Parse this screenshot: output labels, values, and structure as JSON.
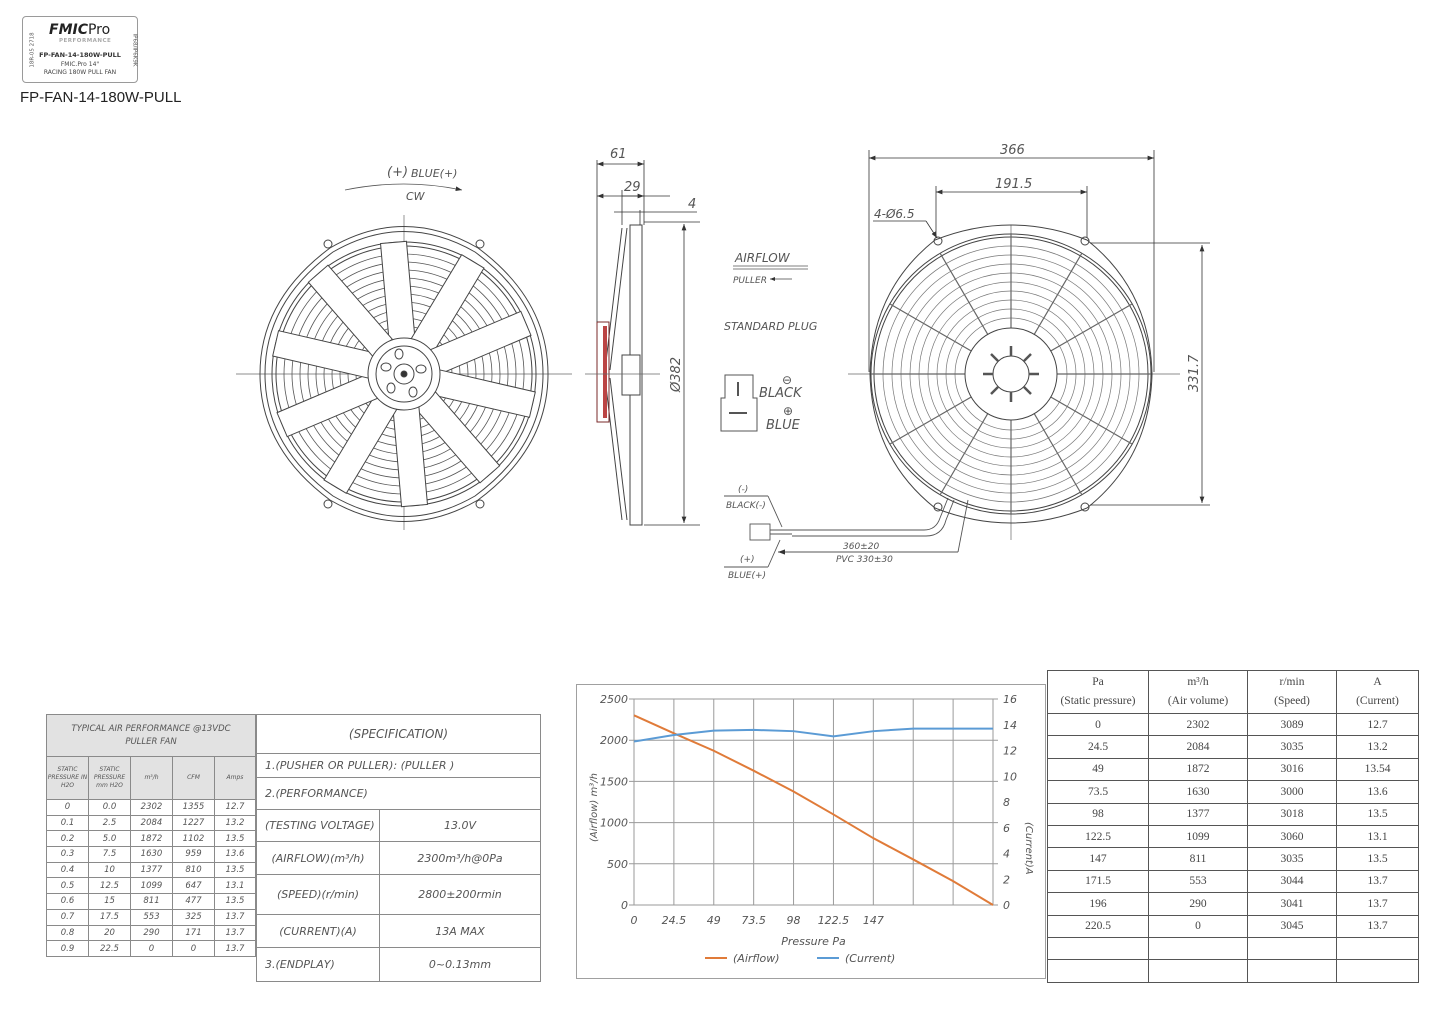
{
  "label": {
    "brand": "FMIC",
    "brand_suffix": "Pro",
    "tagline": "PERFORMANCE",
    "part_code": "FP-FAN-14-180W-PULL",
    "description_line1": "FMIC.Pro 14\"",
    "description_line2": "RACING 180W PULL FAN",
    "side_left": "18R-05 2718",
    "side_right": "IP68/IP6K9K"
  },
  "model_title": "FP-FAN-14-180W-PULL",
  "front_view": {
    "polarity": "(+)",
    "wire": "BLUE(+)",
    "rotation": "CW"
  },
  "side_view": {
    "dim_depth_total": "61",
    "dim_depth_shroud": "29",
    "dim_flange": "4",
    "dim_diameter": "Ø382"
  },
  "airflow_note": {
    "title": "AIRFLOW",
    "direction": "PULLER"
  },
  "plug": {
    "title": "STANDARD PLUG",
    "neg_symbol": "⊖",
    "neg_label": "BLACK",
    "pos_symbol": "⊕",
    "pos_label": "BLUE"
  },
  "wiring": {
    "neg_polarity": "(-)",
    "neg_wire": "BLACK(-)",
    "pos_polarity": "(+)",
    "pos_wire": "BLUE(+)",
    "length": "360±20",
    "sheath": "PVC 330±30"
  },
  "rear_view": {
    "dim_width": "366",
    "dim_hole_spacing": "191.5",
    "dim_holes": "4-Ø6.5",
    "dim_height": "331.7"
  },
  "air_performance_table": {
    "title_line1": "TYPICAL AIR PERFORMANCE @13VDC",
    "title_line2": "PULLER FAN",
    "headers": [
      "STATIC PRESSURE IN H2O",
      "STATIC PRESSURE mm H2O",
      "m³/h",
      "CFM",
      "Amps"
    ],
    "rows": [
      [
        "0",
        "0.0",
        "2302",
        "1355",
        "12.7"
      ],
      [
        "0.1",
        "2.5",
        "2084",
        "1227",
        "13.2"
      ],
      [
        "0.2",
        "5.0",
        "1872",
        "1102",
        "13.5"
      ],
      [
        "0.3",
        "7.5",
        "1630",
        "959",
        "13.6"
      ],
      [
        "0.4",
        "10",
        "1377",
        "810",
        "13.5"
      ],
      [
        "0.5",
        "12.5",
        "1099",
        "647",
        "13.1"
      ],
      [
        "0.6",
        "15",
        "811",
        "477",
        "13.5"
      ],
      [
        "0.7",
        "17.5",
        "553",
        "325",
        "13.7"
      ],
      [
        "0.8",
        "20",
        "290",
        "171",
        "13.7"
      ],
      [
        "0.9",
        "22.5",
        "0",
        "0",
        "13.7"
      ]
    ]
  },
  "spec_table": {
    "title": "(SPECIFICATION)",
    "type_row": "1.(PUSHER OR PULLER): (PULLER )",
    "performance_row": "2.(PERFORMANCE)",
    "rows": [
      {
        "label": "(TESTING VOLTAGE)",
        "value": "13.0V"
      },
      {
        "label": "(AIRFLOW)(m³/h)",
        "value": "2300m³/h@0Pa"
      },
      {
        "label": "(SPEED)(r/min)",
        "value": "2800±200rmin"
      },
      {
        "label": "(CURRENT)(A)",
        "value": "13A MAX"
      },
      {
        "label": "3.(ENDPLAY)",
        "value": "0~0.13mm"
      }
    ]
  },
  "chart_data": {
    "type": "line",
    "title": "",
    "xlabel": "Pressure Pa",
    "ylabel": "(Airflow) m³/h",
    "y2label": "(Current)A",
    "x": [
      0,
      24.5,
      49,
      73.5,
      98,
      122.5,
      147,
      171.5,
      196,
      220.5
    ],
    "x_tick_labels": [
      "0",
      "24.5",
      "49",
      "73.5",
      "98",
      "122.5",
      "147"
    ],
    "ylim": [
      0,
      2500
    ],
    "y_ticks": [
      0,
      500,
      1000,
      1500,
      2000,
      2500
    ],
    "y2lim": [
      0,
      16
    ],
    "y2_ticks": [
      0,
      2,
      4,
      6,
      8,
      10,
      12,
      14,
      16
    ],
    "grid": true,
    "legend_position": "bottom",
    "series": [
      {
        "name": "(Airflow)",
        "axis": "left",
        "color": "#e07b39",
        "values": [
          2302,
          2084,
          1872,
          1630,
          1377,
          1099,
          811,
          553,
          290,
          0
        ]
      },
      {
        "name": "(Current)",
        "axis": "right",
        "color": "#5b9bd5",
        "values": [
          12.7,
          13.2,
          13.54,
          13.6,
          13.5,
          13.1,
          13.5,
          13.7,
          13.7,
          13.7
        ]
      }
    ]
  },
  "data_table": {
    "headers": [
      {
        "unit": "Pa",
        "name": "(Static pressure)"
      },
      {
        "unit": "m³/h",
        "name": "(Air volume)"
      },
      {
        "unit": "r/min",
        "name": "(Speed)"
      },
      {
        "unit": "A",
        "name": "(Current)"
      }
    ],
    "rows": [
      [
        "0",
        "2302",
        "3089",
        "12.7"
      ],
      [
        "24.5",
        "2084",
        "3035",
        "13.2"
      ],
      [
        "49",
        "1872",
        "3016",
        "13.54"
      ],
      [
        "73.5",
        "1630",
        "3000",
        "13.6"
      ],
      [
        "98",
        "1377",
        "3018",
        "13.5"
      ],
      [
        "122.5",
        "1099",
        "3060",
        "13.1"
      ],
      [
        "147",
        "811",
        "3035",
        "13.5"
      ],
      [
        "171.5",
        "553",
        "3044",
        "13.7"
      ],
      [
        "196",
        "290",
        "3041",
        "13.7"
      ],
      [
        "220.5",
        "0",
        "3045",
        "13.7"
      ],
      [
        "",
        "",
        "",
        ""
      ],
      [
        "",
        "",
        "",
        ""
      ]
    ]
  }
}
